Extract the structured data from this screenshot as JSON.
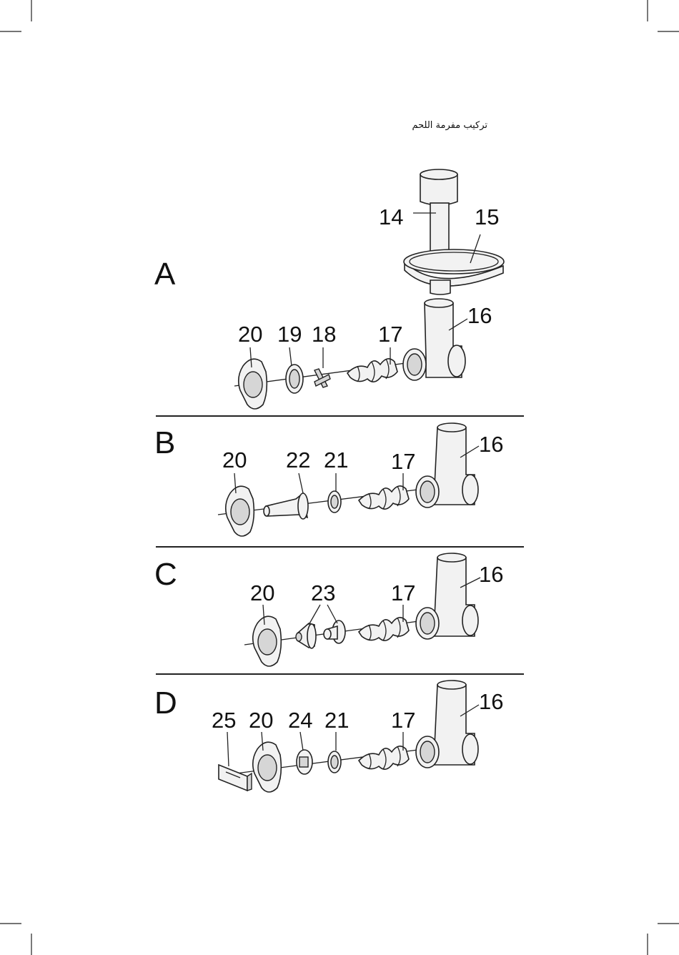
{
  "page": {
    "title_arabic": "تركيب مفرمة اللحم",
    "border_color": "#222222"
  },
  "sections": [
    {
      "letter": "A",
      "labels": [
        "14",
        "15",
        "16",
        "17",
        "18",
        "19",
        "20"
      ]
    },
    {
      "letter": "B",
      "labels": [
        "20",
        "22",
        "21",
        "17",
        "16"
      ]
    },
    {
      "letter": "C",
      "labels": [
        "20",
        "23",
        "17",
        "16"
      ]
    },
    {
      "letter": "D",
      "labels": [
        "25",
        "20",
        "24",
        "21",
        "17",
        "16"
      ]
    }
  ]
}
